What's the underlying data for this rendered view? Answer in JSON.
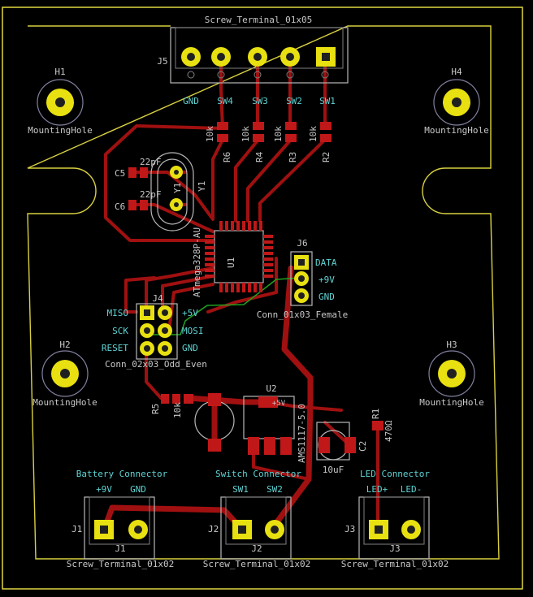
{
  "board": {
    "mounting_holes": [
      {
        "ref": "H1",
        "value": "MountingHole"
      },
      {
        "ref": "H4",
        "value": "MountingHole"
      },
      {
        "ref": "H2",
        "value": "MountingHole"
      },
      {
        "ref": "H3",
        "value": "MountingHole"
      }
    ],
    "j5": {
      "ref": "J5",
      "value": "Screw_Terminal_01x05",
      "pins": [
        "GND",
        "SW4",
        "SW3",
        "SW2",
        "SW1"
      ]
    },
    "resistors_top": [
      {
        "ref": "R6",
        "value": "10k"
      },
      {
        "ref": "R4",
        "value": "10k"
      },
      {
        "ref": "R3",
        "value": "10k"
      },
      {
        "ref": "R2",
        "value": "10k"
      }
    ],
    "crystal": {
      "ref": "Y1",
      "value": "Y1"
    },
    "c5": {
      "ref": "C5",
      "value": "22pF"
    },
    "c6": {
      "ref": "C6",
      "value": "22pF"
    },
    "u1": {
      "ref": "U1",
      "value": "ATmega328P-AU"
    },
    "j6": {
      "ref": "J6",
      "value": "Conn_01x03_Female",
      "pins": [
        "DATA",
        "+9V",
        "GND"
      ]
    },
    "j4": {
      "ref": "J4",
      "value": "Conn_02x03_Odd_Even",
      "left": [
        "MISO",
        "SCK",
        "RESET"
      ],
      "right": [
        "+5V",
        "MOSI",
        "GND"
      ]
    },
    "r5": {
      "ref": "R5",
      "value": "10k"
    },
    "u2": {
      "ref": "U2",
      "value": "AMS1117-5.0",
      "net": "+5V"
    },
    "c2": {
      "ref": "C2",
      "value": "10uF"
    },
    "r1": {
      "ref": "R1",
      "value": "470Ω"
    },
    "j1": {
      "ref": "J1",
      "title": "Battery Connector",
      "value": "Screw_Terminal_01x02",
      "pins": [
        "+9V",
        "GND"
      ]
    },
    "j2": {
      "ref": "J2",
      "title": "Switch Connector",
      "value": "Screw_Terminal_01x02",
      "pins": [
        "SW1",
        "SW2"
      ]
    },
    "j3": {
      "ref": "J3",
      "title": "LED Connector",
      "value": "Screw_Terminal_01x02",
      "pins": [
        "LED+",
        "LED-"
      ]
    }
  }
}
